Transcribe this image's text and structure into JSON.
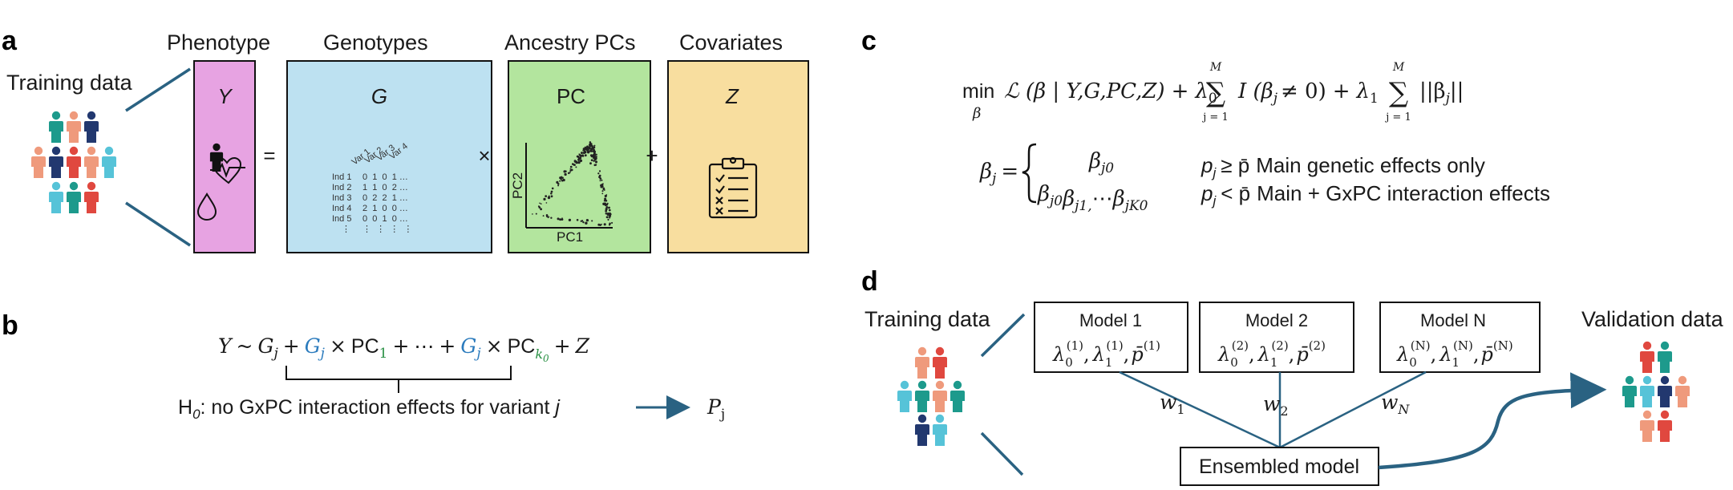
{
  "colors": {
    "phenotype_fill": "#e7a3e2",
    "genotype_fill": "#bde1f1",
    "ancestry_fill": "#b3e59e",
    "covariate_fill": "#f8de9f",
    "connector": "#2a6282",
    "blue_text": "#2b7bbd",
    "green_text": "#2a9145",
    "person_teal": "#1d9a8c",
    "person_salmon": "#ef9a7c",
    "person_navy": "#22386f",
    "person_red": "#e0483f",
    "person_cyan": "#56c3d8"
  },
  "panel_a": {
    "letter": "a",
    "training_label": "Training data",
    "headers": {
      "phenotype": "Phenotype",
      "genotypes": "Genotypes",
      "ancestry": "Ancestry PCs",
      "covariates": "Covariates"
    },
    "box_labels": {
      "phenotype": "Y",
      "genotypes": "G",
      "ancestry": "PC",
      "covariates": "Z"
    },
    "operators": {
      "equals": "=",
      "times": "×",
      "plus": "+"
    },
    "icons": [
      "person-icon",
      "heart-rate-icon",
      "drop-icon",
      "clipboard-icon"
    ],
    "matrix": {
      "columns": [
        "Var 1",
        "Var 2",
        "Var 3",
        "Var 4"
      ],
      "rows": [
        {
          "name": "Ind 1",
          "values": "0  1  0  1 …"
        },
        {
          "name": "Ind 2",
          "values": "1  1  0  2 …"
        },
        {
          "name": "Ind 3",
          "values": "0  2  2  1 …"
        },
        {
          "name": "Ind 4",
          "values": "2  1  0  0 …"
        },
        {
          "name": "Ind 5",
          "values": "0  0  1  0 …"
        },
        {
          "name": "⋮",
          "values": "⋮  ⋮  ⋮  ⋮"
        }
      ]
    },
    "pc_axes": {
      "x": "PC1",
      "y": "PC2"
    }
  },
  "panel_b": {
    "letter": "b",
    "model": {
      "y": "Y",
      "tilde": "~",
      "g": "G",
      "sub_j": "j",
      "plus": "+",
      "times": "×",
      "pc": "PC",
      "sub_1": "1",
      "dots": "⋯",
      "sub_k": "k",
      "sub_0": "0",
      "z": "Z"
    },
    "hypothesis": {
      "h": "H",
      "sub": "0",
      "text": ": no GxPC interaction effects for variant ",
      "var": "j"
    },
    "p_value": {
      "p": "P",
      "sub": "j"
    }
  },
  "panel_c": {
    "letter": "c",
    "objective": {
      "min": "min",
      "min_sub": "β",
      "loss": "ℒ (β | Y,G,PC,Z)",
      "plus": "+",
      "lambda": "λ",
      "sub0": "0",
      "sub1": "1",
      "sum": "∑",
      "sum_top": "M",
      "sum_bottom": "j = 1",
      "indicator": "I (β",
      "indicator_sub": "j",
      "indicator_end": "≠ 0)",
      "norm_open": "||β",
      "norm_sub": "j",
      "norm_close": "||"
    },
    "beta_def": {
      "lhs": "β",
      "lhs_sub": "j",
      "eq": "=",
      "case1_expr": "β",
      "case1_sub": "j0",
      "case2_expr": "β",
      "case2_subs": [
        "j0",
        "j1,",
        "jK0"
      ],
      "case2_dots": "⋯",
      "case1_cond": "p",
      "case1_cond_sub": "j",
      "case1_op": "≥ p̄",
      "case1_text": "Main genetic effects only",
      "case2_cond": "p",
      "case2_cond_sub": "j",
      "case2_op": "< p̄",
      "case2_text": "Main + GxPC interaction effects"
    }
  },
  "panel_d": {
    "letter": "d",
    "training_label": "Training data",
    "validation_label": "Validation data",
    "models": [
      {
        "title": "Model 1",
        "sup": "(1)",
        "weight": "w",
        "weight_sub": "1"
      },
      {
        "title": "Model 2",
        "sup": "(2)",
        "weight": "w",
        "weight_sub": "2"
      },
      {
        "title": "Model N",
        "sup": "(N)",
        "weight": "w",
        "weight_sub": "N"
      }
    ],
    "params": {
      "lambda": "λ",
      "sub0": "0",
      "sub1": "1",
      "pbar": "p̄",
      "comma": ","
    },
    "ensemble_label": "Ensembled model"
  }
}
